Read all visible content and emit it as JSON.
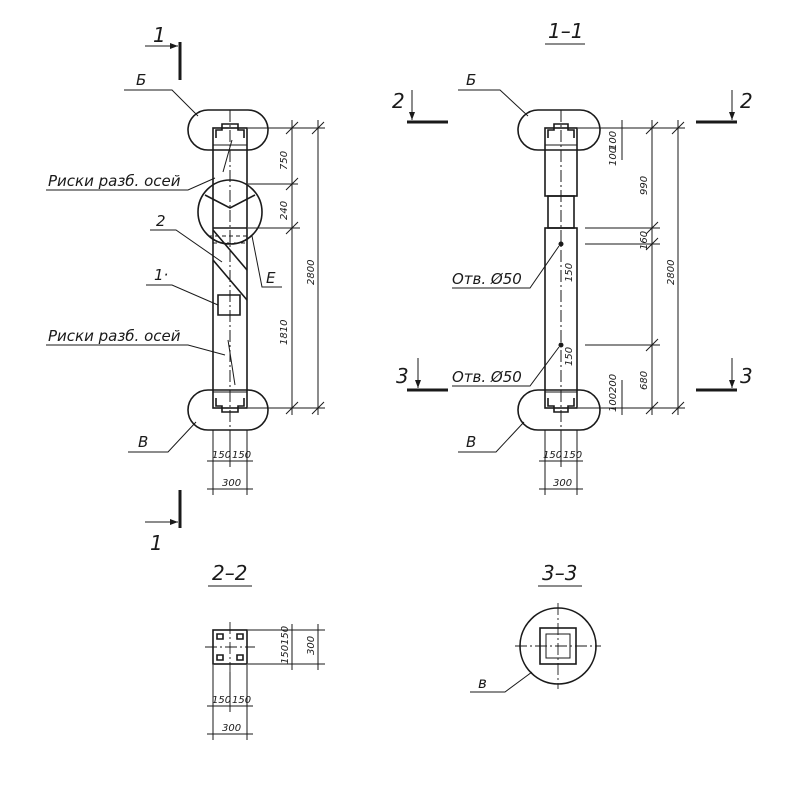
{
  "sections": {
    "cut_1": "1",
    "cut_2": "2",
    "cut_3": "3",
    "view_1_1": "1–1",
    "view_2_2": "2–2",
    "view_3_3": "3–3"
  },
  "callouts": {
    "b_label": "Б",
    "v_label": "В",
    "e_label": "Е",
    "pos_1": "1·",
    "pos_2": "2",
    "marks_axes": "Риски разб. осей",
    "hole": "Отв. Ø50",
    "v_small": "в"
  },
  "dims": {
    "d150": "150",
    "d300": "300",
    "d750": "750",
    "d240": "240",
    "d1810": "1810",
    "d2800": "2800",
    "d100": "100",
    "d990": "990",
    "d160": "160",
    "d680": "680",
    "d200": "200",
    "d150s": "150"
  }
}
